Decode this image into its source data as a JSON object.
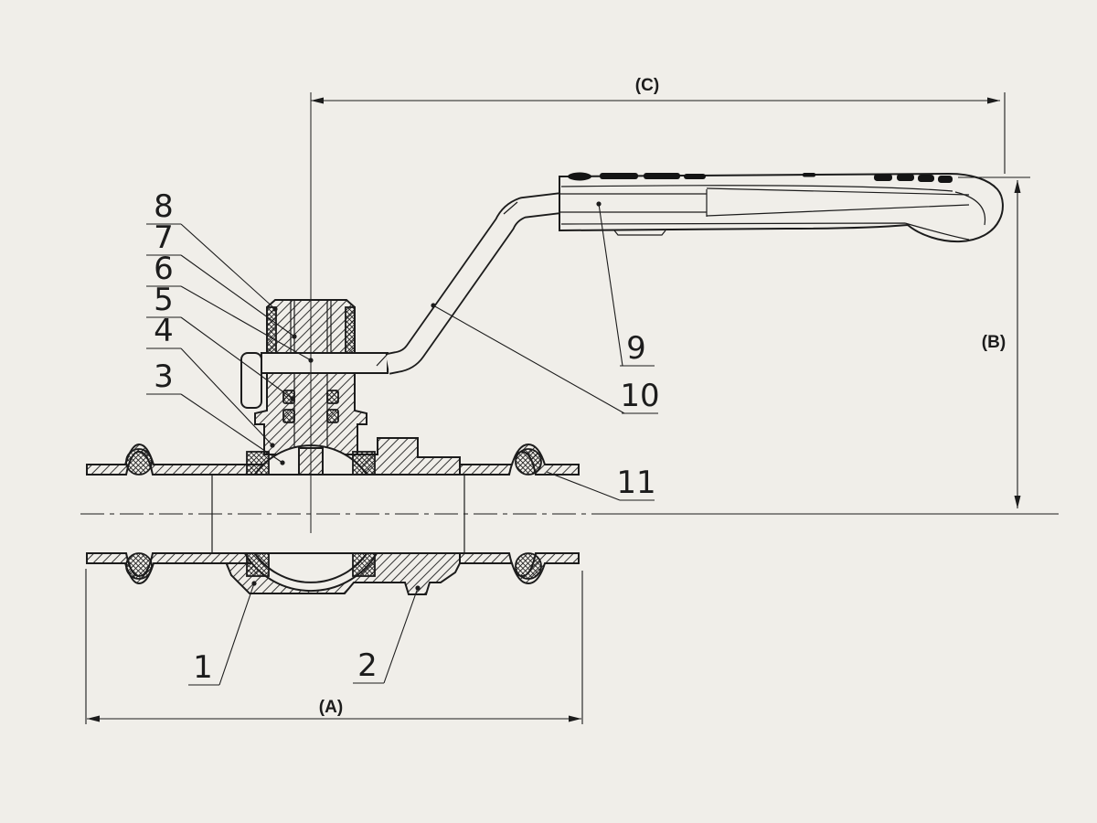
{
  "drawing": {
    "description": "ball valve cross-section technical drawing",
    "callouts": {
      "c1": "1",
      "c2": "2",
      "c3": "3",
      "c4": "4",
      "c5": "5",
      "c6": "6",
      "c7": "7",
      "c8": "8",
      "c9": "9",
      "c10": "10",
      "c11": "11"
    },
    "dimensions": {
      "a": "(A)",
      "b": "(B)",
      "c": "(C)"
    }
  },
  "colors": {
    "background": "#f0eee9",
    "line": "#1c1c1c"
  }
}
